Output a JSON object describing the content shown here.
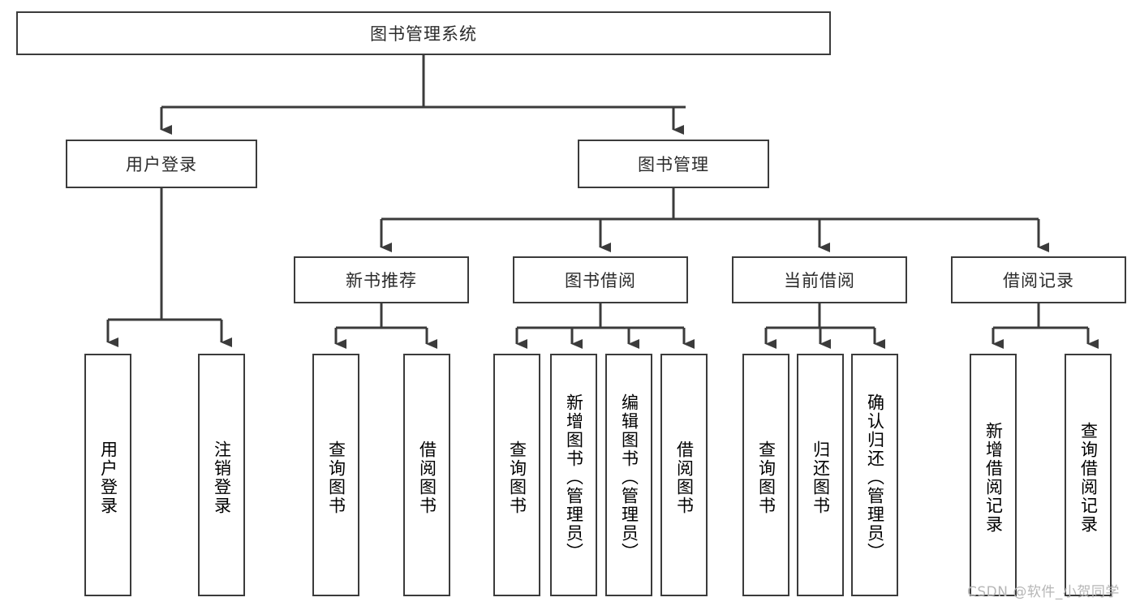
{
  "diagram": {
    "type": "tree-hierarchy",
    "orientation": "top-down",
    "root": {
      "label": "图书管理系统"
    },
    "level2": [
      {
        "label": "用户登录"
      },
      {
        "label": "图书管理"
      }
    ],
    "level3": [
      {
        "label": "新书推荐"
      },
      {
        "label": "图书借阅"
      },
      {
        "label": "当前借阅"
      },
      {
        "label": "借阅记录"
      }
    ],
    "leaves": {
      "user_login": [
        {
          "label": "用户登录"
        },
        {
          "label": "注销登录"
        }
      ],
      "new_book_recommend": [
        {
          "label": "查询图书"
        },
        {
          "label": "借阅图书"
        }
      ],
      "book_borrow": [
        {
          "label": "查询图书"
        },
        {
          "label": "新增图书（管理员）"
        },
        {
          "label": "编辑图书（管理员）"
        },
        {
          "label": "借阅图书"
        }
      ],
      "current_borrow": [
        {
          "label": "查询图书"
        },
        {
          "label": "归还图书"
        },
        {
          "label": "确认归还（管理员）"
        }
      ],
      "borrow_record": [
        {
          "label": "新增借阅记录"
        },
        {
          "label": "查询借阅记录"
        }
      ]
    }
  },
  "watermark": {
    "text": "CSDN @软件_小贺同学"
  },
  "colors": {
    "stroke": "#3b3b3b",
    "background": "#ffffff",
    "text": "#2b2b2b",
    "watermark": "#b6b6b6"
  }
}
